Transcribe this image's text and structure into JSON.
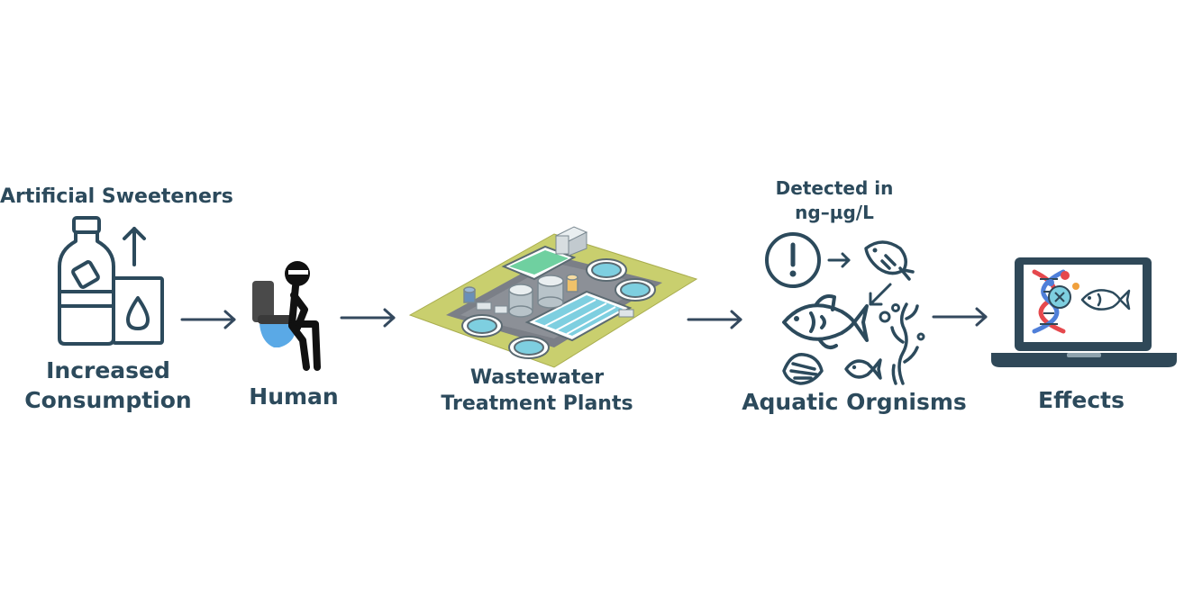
{
  "diagram": {
    "colors": {
      "ink": "#2c4a5c",
      "arrow": "#34495e",
      "grass": "#c9cf6e",
      "water": "#7ecfe0",
      "tank": "#b8c3c9",
      "person": "#111111",
      "toilet_bowl": "#5aa9e6",
      "dna_red": "#e5484d",
      "dna_blue": "#4f7fd9"
    },
    "stages": {
      "consumption": {
        "top_label": "Artificial Sweeteners",
        "label_line1": "Increased",
        "label_line2": "Consumption",
        "icons": [
          "bottle-icon",
          "up-arrow-icon",
          "glass-droplet-icon"
        ]
      },
      "human": {
        "label": "Human",
        "icons": [
          "stick-figure-icon",
          "toilet-icon"
        ]
      },
      "wwtp": {
        "label_line1": "Wastewater",
        "label_line2": "Treatment Plants",
        "icons": [
          "treatment-plant-icon"
        ]
      },
      "aquatic": {
        "top_label_line1": "Detected in",
        "top_label_line2": "ng–µg/L",
        "label": "Aquatic Orgnisms",
        "icons": [
          "alert-icon",
          "fish-icon",
          "shell-icon",
          "seaweed-icon"
        ]
      },
      "effects": {
        "label": "Effects",
        "icons": [
          "laptop-icon",
          "dna-icon",
          "molecule-icon",
          "fish-icon"
        ]
      }
    },
    "flow": [
      "consumption",
      "human",
      "wwtp",
      "aquatic",
      "effects"
    ]
  }
}
